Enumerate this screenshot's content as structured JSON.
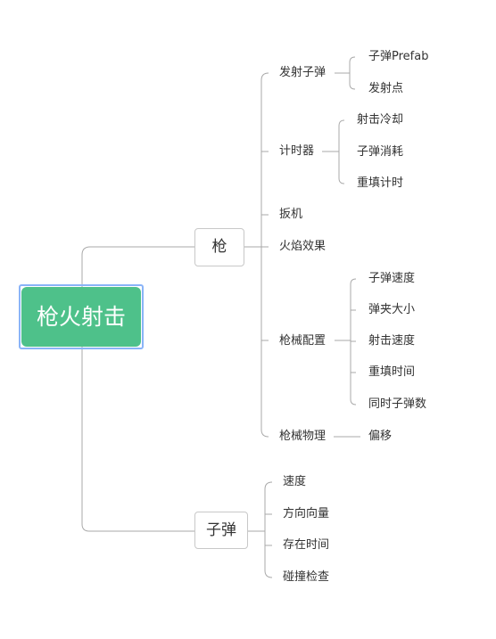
{
  "root": {
    "label": "枪火射击"
  },
  "gun": {
    "label": "枪",
    "children": {
      "fire_bullet": {
        "label": "发射子弹",
        "items": [
          "子弹Prefab",
          "发射点"
        ]
      },
      "timer": {
        "label": "计时器",
        "items": [
          "射击冷却",
          "子弹消耗",
          "重填计时"
        ]
      },
      "trigger": {
        "label": "扳机"
      },
      "flame": {
        "label": "火焰效果"
      },
      "config": {
        "label": "枪械配置",
        "items": [
          "子弹速度",
          "弹夹大小",
          "射击速度",
          "重填时间",
          "同时子弹数"
        ]
      },
      "physics": {
        "label": "枪械物理",
        "items": [
          "偏移"
        ]
      }
    }
  },
  "bullet": {
    "label": "子弹",
    "items": [
      "速度",
      "方向向量",
      "存在时间",
      "碰撞检查"
    ]
  },
  "colors": {
    "root_fill": "#4ec18a",
    "root_outline": "#8ab4f8",
    "line": "#a9a9a9"
  }
}
